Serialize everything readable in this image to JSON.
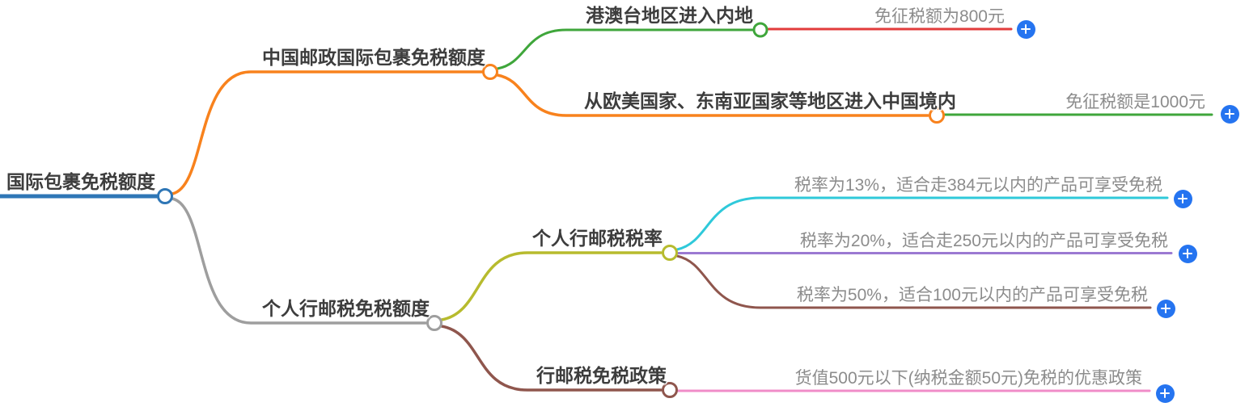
{
  "mindmap": {
    "root": {
      "label": "国际包裹免税额度",
      "color": "#2e76b6"
    },
    "branches": [
      {
        "label": "中国邮政国际包裹免税额度",
        "color": "#f8821d",
        "children": [
          {
            "label": "港澳台地区进入内地",
            "color": "#3fa63b",
            "detail": {
              "text": "免征税额为800元",
              "line_color": "#e23b3b"
            }
          },
          {
            "label": "从欧美国家、东南亚国家等地区进入中国境内",
            "color": "#f8821d",
            "detail": {
              "text": "免征税额是1000元",
              "line_color": "#3fa63b"
            }
          }
        ]
      },
      {
        "label": "个人行邮税免税额度",
        "color": "#9e9e9e",
        "children": [
          {
            "label": "个人行邮税税率",
            "color": "#b7bb2e",
            "details": [
              {
                "text": "税率为13%，适合走384元以内的产品可享受免税",
                "line_color": "#2fc9da"
              },
              {
                "text": "税率为20%，适合走250元以内的产品可享受免税",
                "line_color": "#9b79d2"
              },
              {
                "text": "税率为50%，适合100元以内的产品可享受免税",
                "line_color": "#8f564d"
              }
            ]
          },
          {
            "label": "行邮税免税政策",
            "color": "#8f564d",
            "details": [
              {
                "text": "货值500元以下(纳税金额50元)免税的优惠政策",
                "line_color": "#f08cc8"
              }
            ]
          }
        ]
      }
    ],
    "ui": {
      "expand_button_color": "#2574f0"
    }
  }
}
